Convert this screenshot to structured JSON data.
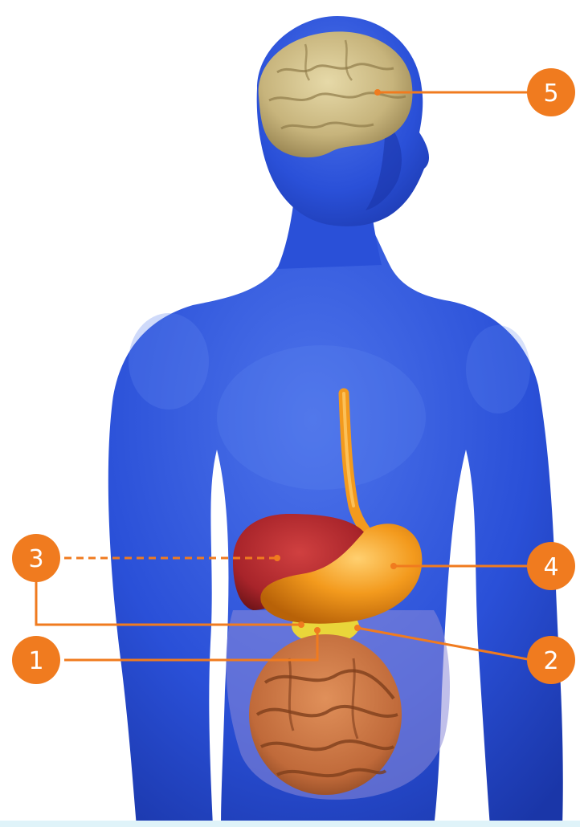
{
  "colors": {
    "body_fill": "#2a50d8",
    "body_shadow": "#173596",
    "body_highlight": "#5f86f0",
    "marker_fill": "#f07b1f",
    "marker_line": "#f07b1f",
    "brain": "#c7b47c",
    "liver": "#a8242a",
    "stomach": "#f39a1d",
    "gallbladder": "#e9d63a",
    "intestine": "#c06a3a",
    "large_intestine": "#8c8ad8",
    "background": "#ffffff",
    "bottom_strip": "#dff3f9"
  },
  "markers": [
    {
      "id": "1",
      "label": "1",
      "organ": "small-intestine"
    },
    {
      "id": "2",
      "label": "2",
      "organ": "pancreas"
    },
    {
      "id": "3",
      "label": "3",
      "organ": "liver"
    },
    {
      "id": "4",
      "label": "4",
      "organ": "stomach"
    },
    {
      "id": "5",
      "label": "5",
      "organ": "brain"
    }
  ]
}
